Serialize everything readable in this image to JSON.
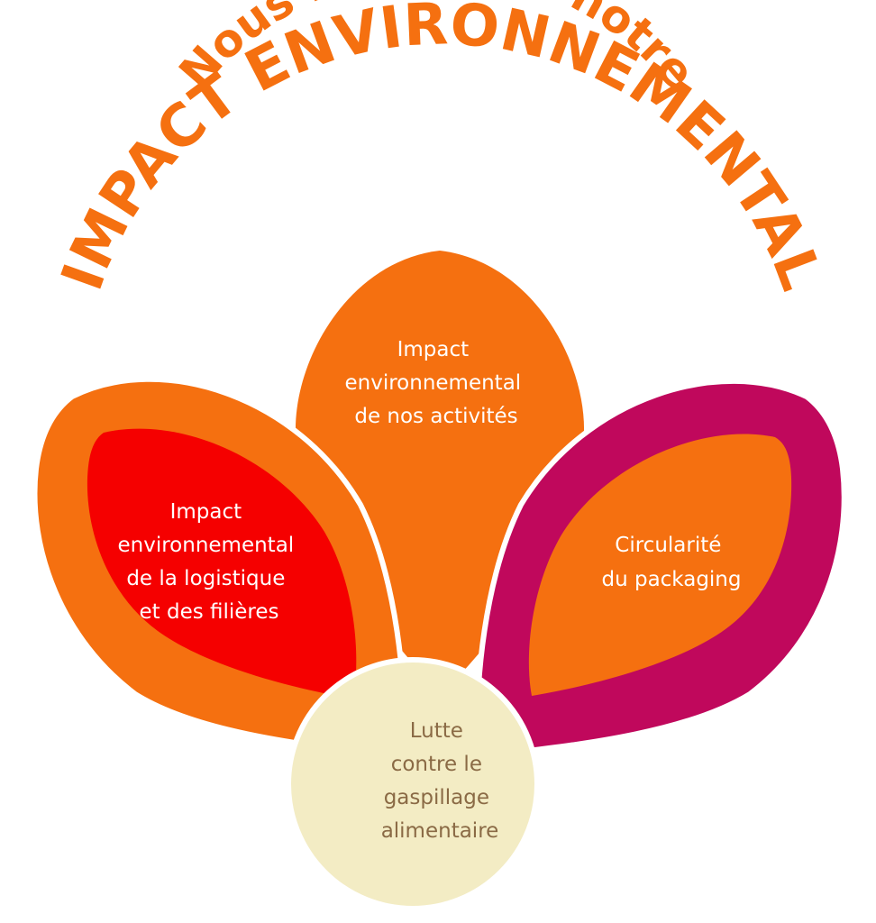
{
  "title": {
    "line1": "Nous réduisons notre",
    "line2": "IMPACT ENVIRONNEMENTAL"
  },
  "petals": {
    "top": {
      "lines": [
        "Impact",
        "environnemental",
        "de nos activités"
      ]
    },
    "left": {
      "lines": [
        "Impact",
        "environnemental",
        "de la logistique",
        "et des filières"
      ]
    },
    "right": {
      "lines": [
        "Circularité",
        "du packaging"
      ]
    }
  },
  "center": {
    "lines": [
      "Lutte",
      "contre le",
      "gaspillage",
      "alimentaire"
    ]
  },
  "colors": {
    "orange": "#f57010",
    "red": "#f50000",
    "magenta": "#c0085c",
    "cream": "#f3ecc4",
    "brown_text": "#8a6a45"
  }
}
